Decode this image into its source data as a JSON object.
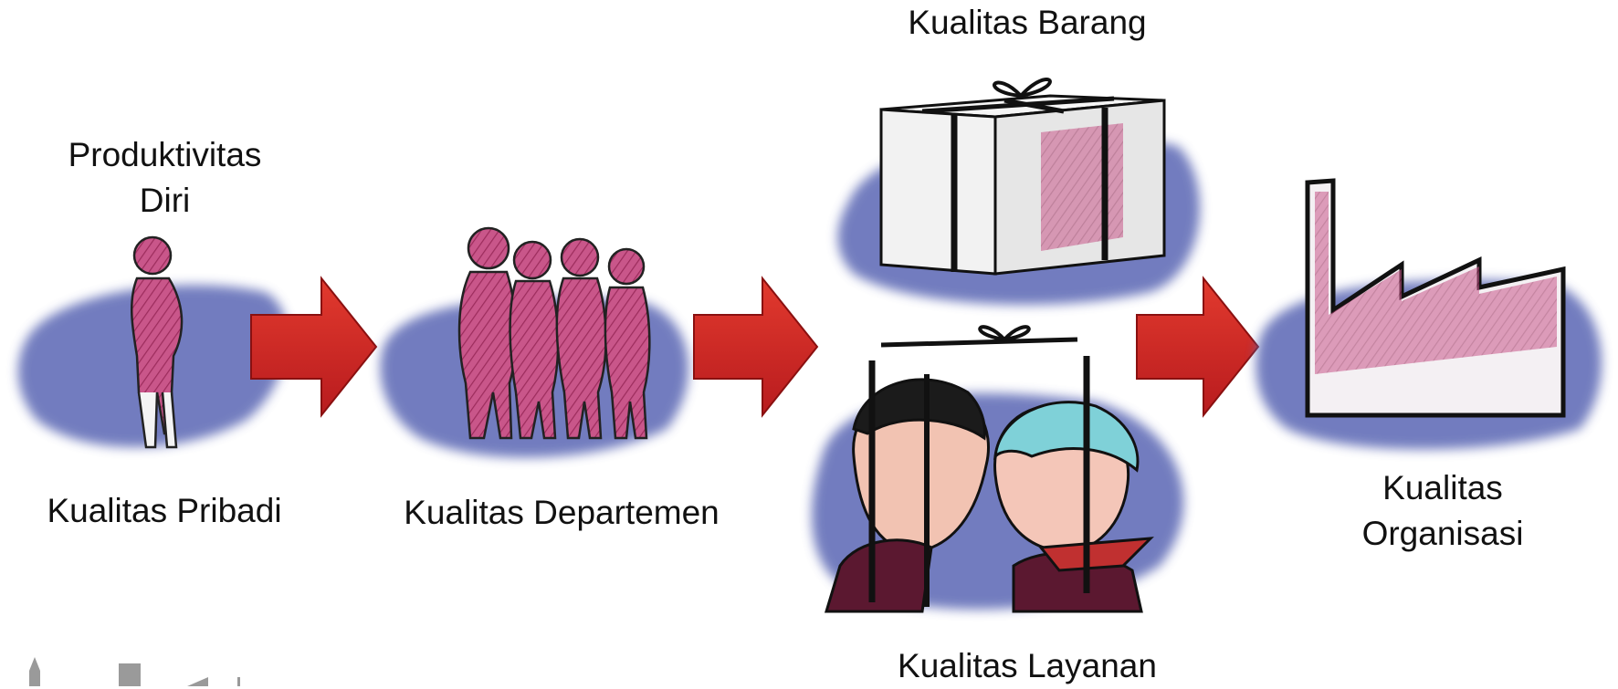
{
  "labels": {
    "produktivitas_diri_line1": "Produktivitas",
    "produktivitas_diri_line2": "Diri",
    "kualitas_pribadi": "Kualitas Pribadi",
    "kualitas_departemen": "Kualitas Departemen",
    "kualitas_barang": "Kualitas Barang",
    "kualitas_layanan": "Kualitas Layanan",
    "kualitas_organisasi_line1": "Kualitas",
    "kualitas_organisasi_line2": "Organisasi"
  },
  "colors": {
    "wash_blue": "#5a66b4",
    "figure_magenta": "#b03a6a",
    "arrow_red": "#d42424",
    "ink": "#111111"
  }
}
